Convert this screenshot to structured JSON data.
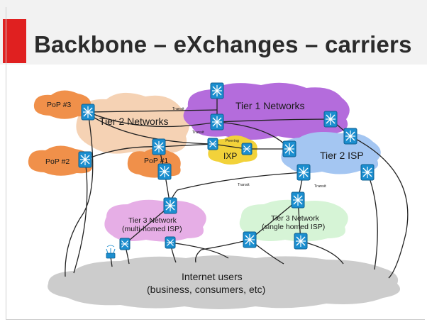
{
  "slide": {
    "title": "Backbone – eXchanges – carriers"
  },
  "diagram": {
    "clouds": {
      "pop3": "PoP #3",
      "pop2": "PoP #2",
      "pop1": "PoP #1",
      "tier2_networks": "Tier 2 Networks",
      "tier1_networks": "Tier 1 Networks",
      "ixp": "IXP",
      "ixp_peering": "Peering",
      "tier2_isp": "Tier 2 ISP",
      "tier3_multi_line1": "Tier 3 Network",
      "tier3_multi_line2": "(multi-homed ISP)",
      "tier3_single_line1": "Tier 3 Network",
      "tier3_single_line2": "(single homed ISP)",
      "internet_users_line1": "Internet users",
      "internet_users_line2": "(business, consumers, etc)"
    },
    "link_labels": {
      "transit_top": "Transit",
      "transit_mid": "Transit",
      "transit_left": "Transit",
      "transit_right": "Transit"
    },
    "colors": {
      "pop": "#f0904a",
      "tier2_networks": "#f5d2b4",
      "tier1": "#b46cdc",
      "ixp": "#f2d23a",
      "tier2_isp": "#a4c6f2",
      "tier3_multi": "#e6aee6",
      "tier3_single": "#d6f4d6",
      "internet_users": "#cccccc",
      "router": "#1b8ecf",
      "title_accent": "#e02020"
    }
  }
}
